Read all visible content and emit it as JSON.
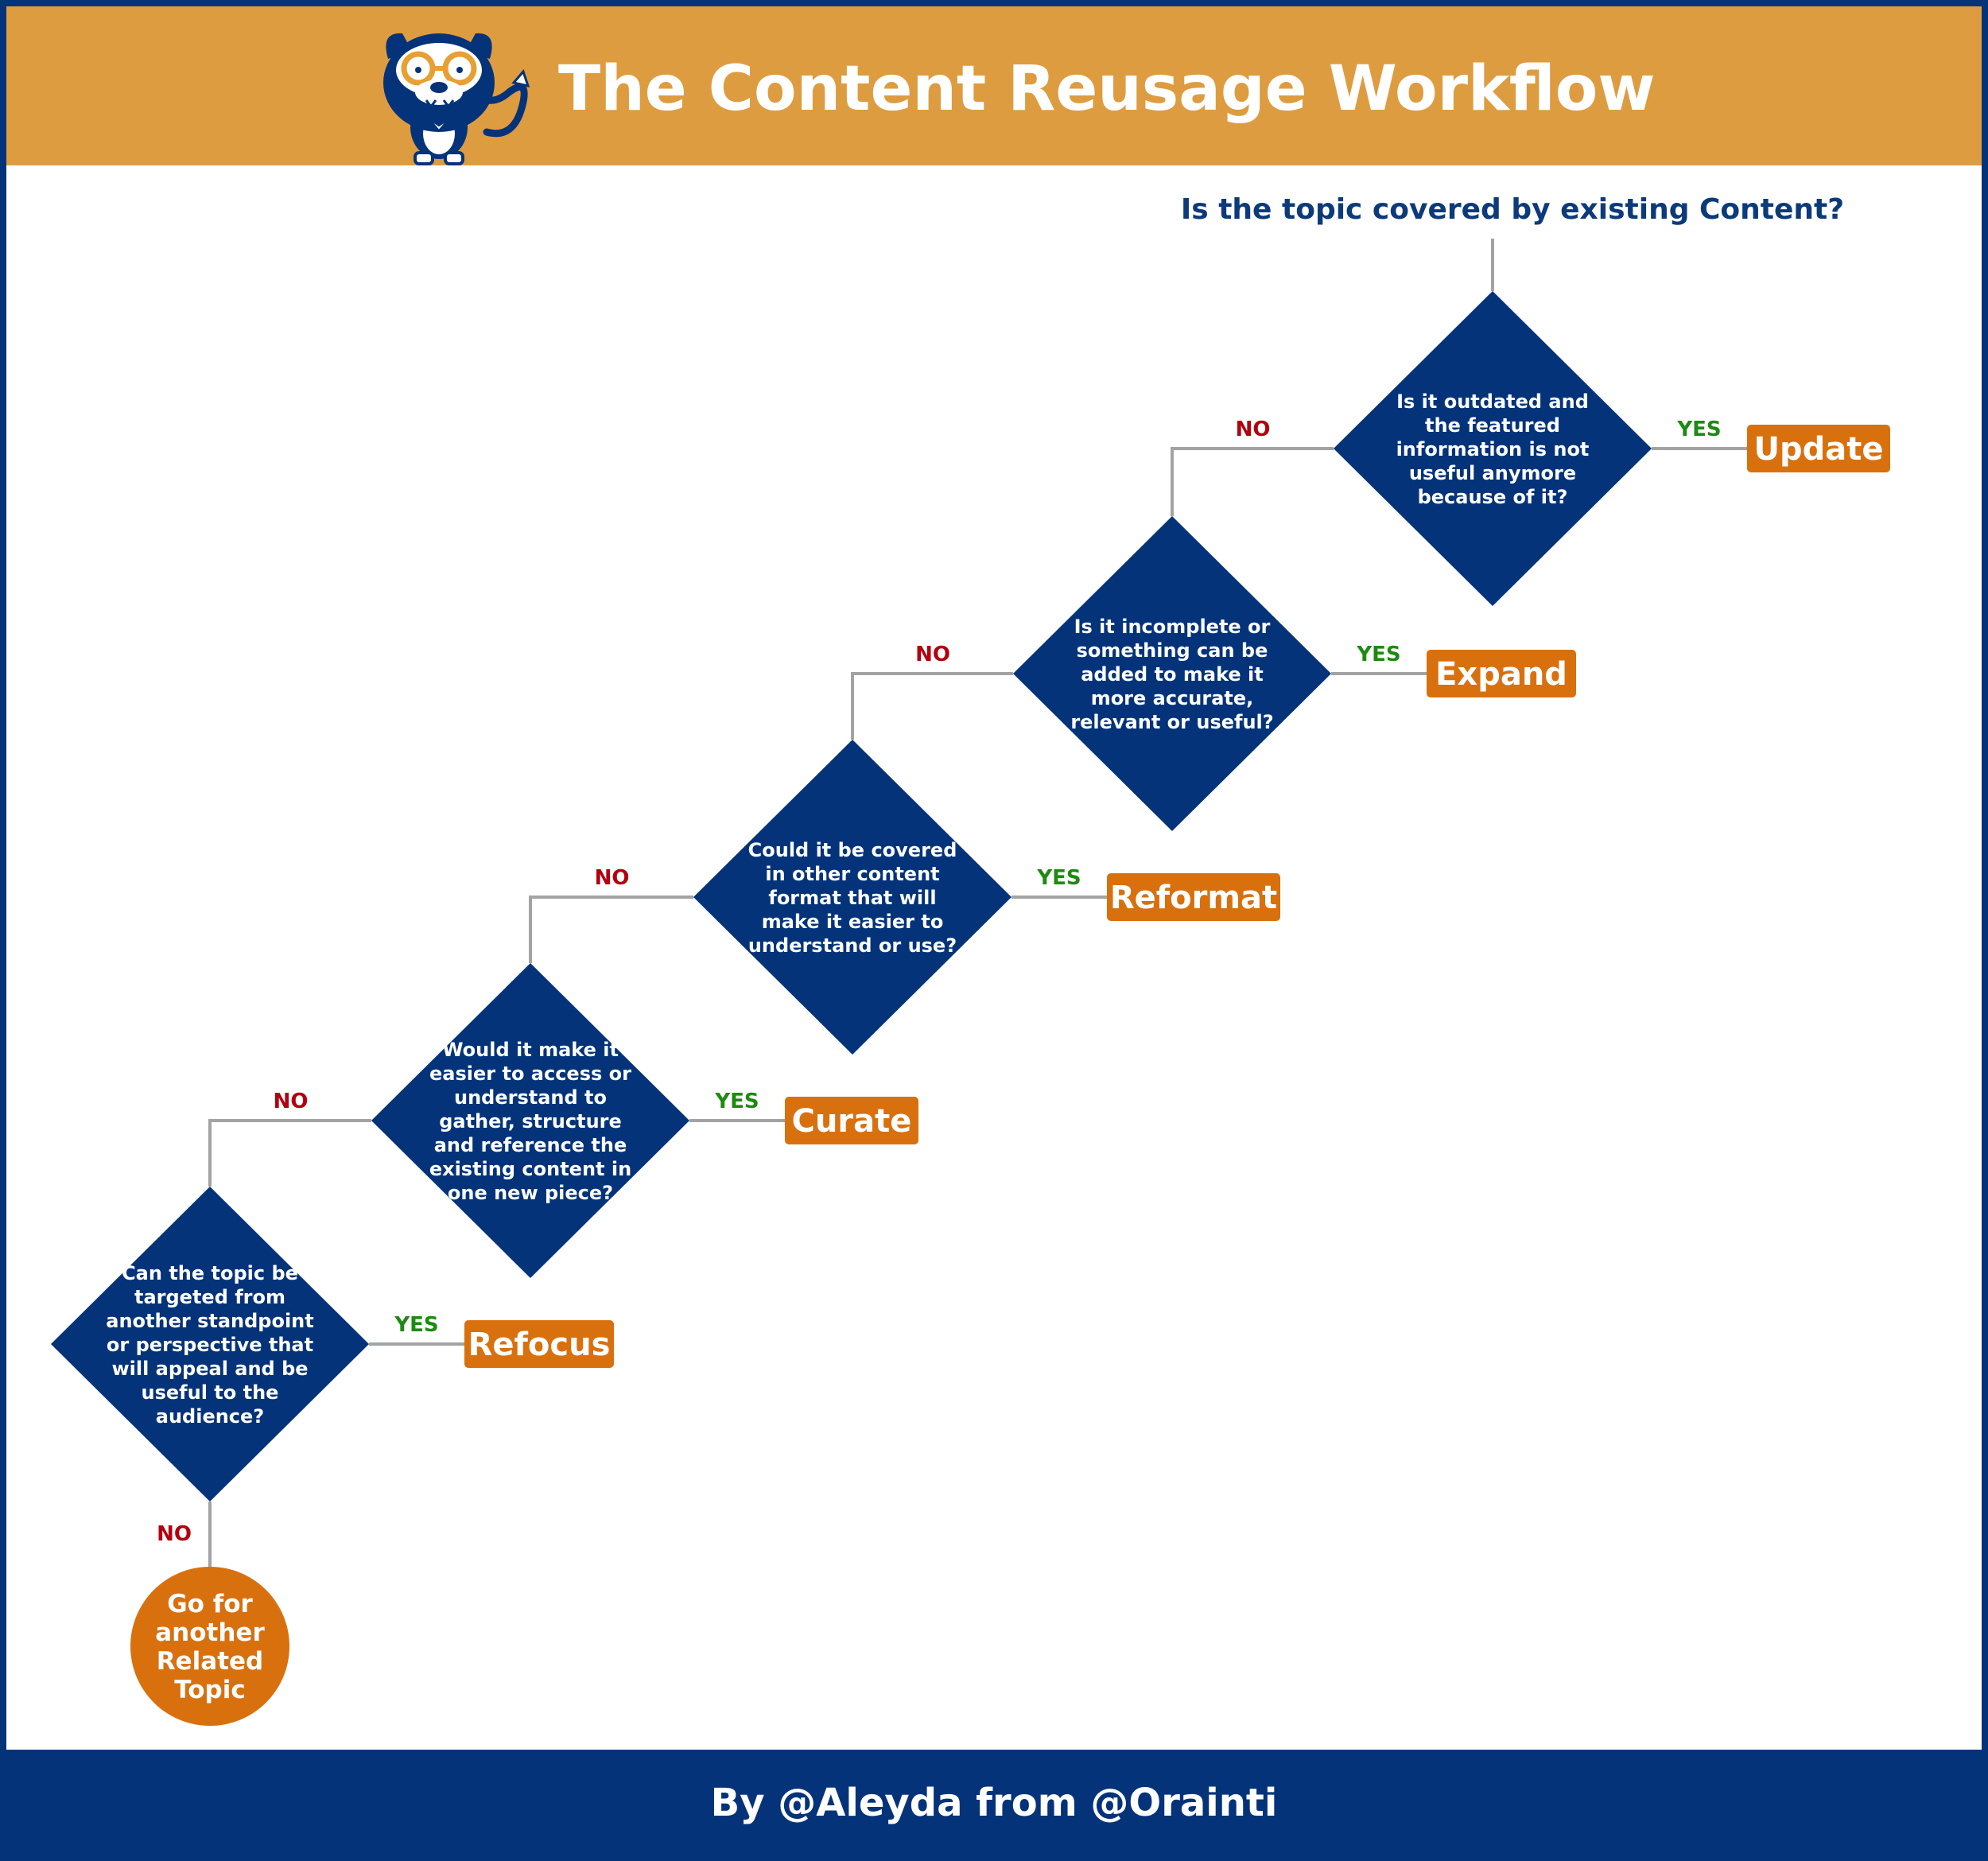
{
  "header": {
    "title": "The Content Reusage Workflow",
    "logo_icon": "bulldog-mascot-icon"
  },
  "footer": {
    "credit": "By @Aleyda from @Orainti"
  },
  "colors": {
    "header_bg": "#DE9C40",
    "navy": "#04337A",
    "orange": "#D9700E",
    "connector": "#A3A3A3",
    "no_label": "#B3000E",
    "yes_label": "#1E8A12",
    "start_question": "#0C3A7A"
  },
  "flow": {
    "start_question": "Is the topic covered by existing Content?",
    "decisions": [
      {
        "lines": [
          "Is it outdated and",
          "the featured",
          "information is not",
          "useful anymore",
          "because of it?"
        ],
        "no_label": "NO",
        "yes_label": "YES",
        "outcome": "Update"
      },
      {
        "lines": [
          "Is it incomplete or",
          "something can be",
          "added to make it",
          "more accurate,",
          "relevant or useful?"
        ],
        "no_label": "NO",
        "yes_label": "YES",
        "outcome": "Expand"
      },
      {
        "lines": [
          "Could it be covered",
          "in other content",
          "format that will",
          "make it easier to",
          "understand or use?"
        ],
        "no_label": "NO",
        "yes_label": "YES",
        "outcome": "Reformat"
      },
      {
        "lines": [
          "Would it make it",
          "easier to access or",
          "understand to",
          "gather, structure",
          "and reference the",
          "existing content in",
          "one new piece?"
        ],
        "no_label": "NO",
        "yes_label": "YES",
        "outcome": "Curate"
      },
      {
        "lines": [
          "Can the topic be",
          "targeted from",
          "another standpoint",
          "or perspective that",
          "will appeal and be",
          "useful to the",
          "audience?"
        ],
        "no_label": "NO",
        "yes_label": "YES",
        "outcome": "Refocus"
      }
    ],
    "final": {
      "no_label": "NO",
      "lines": [
        "Go for",
        "another",
        "Related",
        "Topic"
      ]
    }
  }
}
